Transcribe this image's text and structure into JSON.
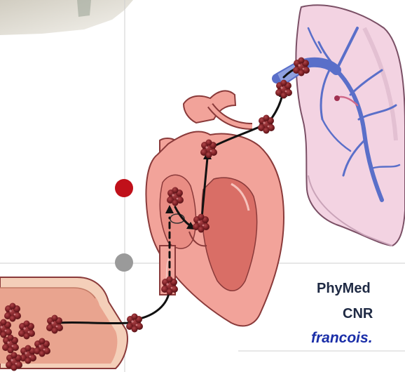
{
  "diagram": {
    "credit": {
      "line1": "PhyMed",
      "line2": "CNR",
      "line3": "francois."
    },
    "colors": {
      "clot": "#7a1f24",
      "clot_highlight": "#b0464a",
      "heart": "#f2a39a",
      "heart_dark": "#d96e66",
      "heart_outline": "#8a3a3a",
      "lung": "#f3d3e2",
      "lung_outline": "#7b5066",
      "pulmonary_vessel": "#5a6fc9",
      "vein_wall": "#f4cfb9",
      "vein_lumen": "#e9a48f",
      "arrow": "#111111",
      "timeline_red": "#c0101a",
      "timeline_gray": "#9a9a9a",
      "guide_line": "#cfcfcf",
      "credit_text": "#1f2a44",
      "credit_link": "#1a2ea8"
    },
    "icons": [
      "thrombus-icon",
      "heart-icon",
      "lung-icon",
      "vein-icon",
      "timeline-dot-icon"
    ]
  }
}
